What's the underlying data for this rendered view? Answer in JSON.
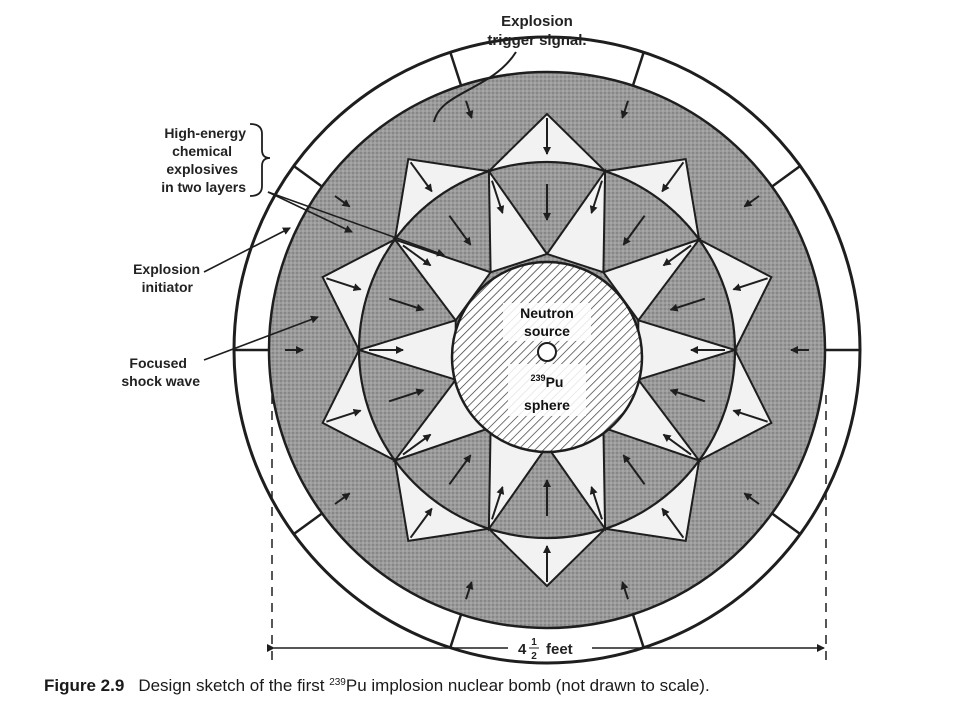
{
  "labels": {
    "explosion_trigger_line1": "Explosion",
    "explosion_trigger_line2": "trigger signal.",
    "high_energy_line1": "High-energy",
    "high_energy_line2": "chemical",
    "high_energy_line3": "explosives",
    "high_energy_line4": "in two layers",
    "initiator_line1": "Explosion",
    "initiator_line2": "initiator",
    "focused_line1": "Focused",
    "focused_line2": "shock wave",
    "neutron_line1": "Neutron",
    "neutron_line2": "source",
    "pu_mass": "239",
    "pu_symbol": "Pu",
    "sphere": "sphere",
    "dimension_whole": "4",
    "dimension_num": "1",
    "dimension_den": "2",
    "dimension_unit": "feet"
  },
  "caption": {
    "number": "Figure 2.9",
    "text_before": "Design sketch of the first ",
    "isotope": "239",
    "text_after": "Pu implosion nuclear bomb (not drawn to scale)."
  },
  "colors": {
    "line": "#1e1e1e",
    "shaded": "#8d8d8d",
    "light": "#f2f2f2",
    "background": "#ffffff"
  }
}
